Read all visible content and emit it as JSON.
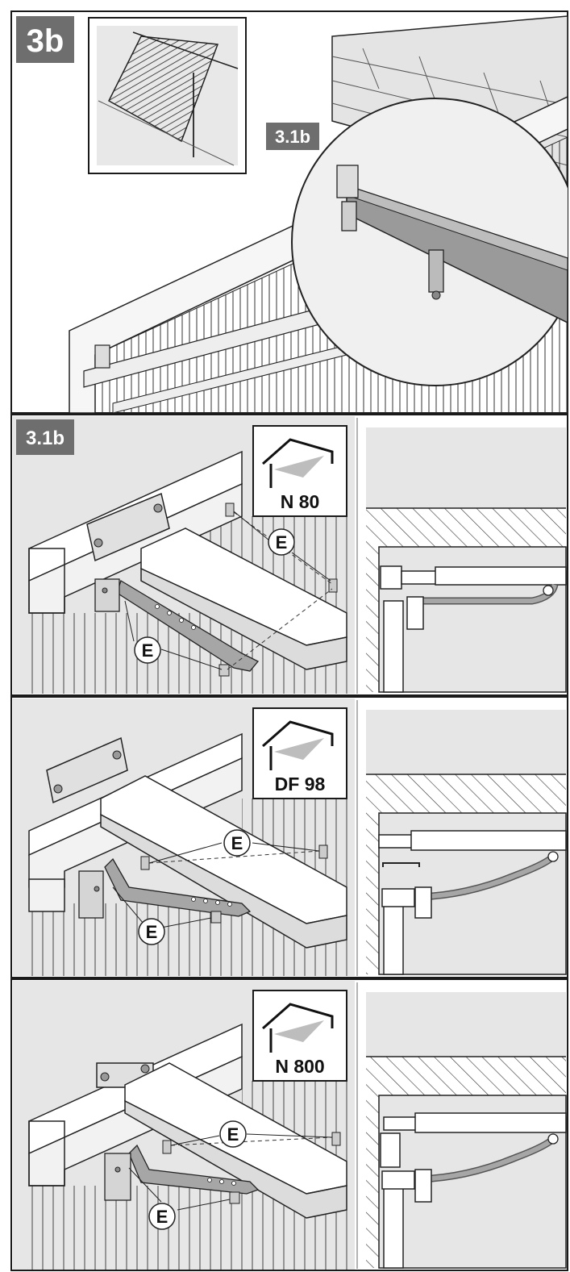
{
  "panels": [
    {
      "id": "3b",
      "tag": "3b",
      "callout": "3.1b"
    },
    {
      "id": "n80",
      "tag": "3.1b",
      "profile": "N 80",
      "part_label": "E"
    },
    {
      "id": "df98",
      "profile": "DF 98",
      "part_label": "E"
    },
    {
      "id": "n800",
      "profile": "N 800",
      "part_label": "E"
    }
  ],
  "colors": {
    "frame": "#1a1a1a",
    "tag_bg": "#6e6e6e",
    "bg_grey": "#e4e4e4",
    "rail_grey": "#9a9a9a",
    "arm_grey": "#a6a6a6",
    "line": "#222222"
  }
}
